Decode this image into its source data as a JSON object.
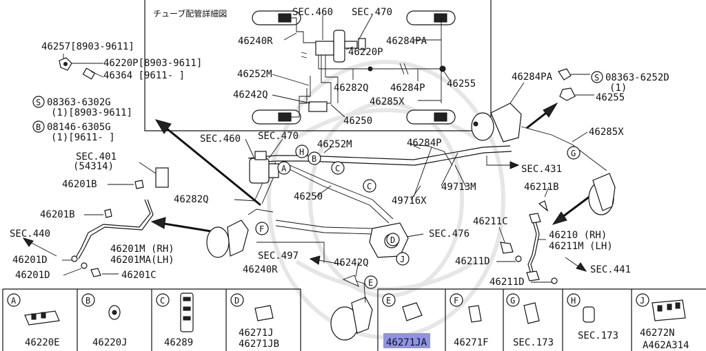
{
  "inset": {
    "title": "チューブ配管詳細図",
    "labels": {
      "sec460": "SEC.460",
      "sec470": "SEC.470",
      "p46240R": "46240R",
      "p46284PA": "46284PA",
      "p46220P": "46220P",
      "p46252M": "46252M",
      "p46282Q": "46282Q",
      "p46284P": "46284P",
      "p46255": "46255",
      "p46242Q": "46242Q",
      "p46285X": "46285X",
      "p46250": "46250"
    }
  },
  "callouts": {
    "tl_46257": "46257[8903-9611]",
    "tl_46220P": "46220P[8903-9611]",
    "tl_46364": "46364 [9611-     ]",
    "tl_s_mark": "S",
    "tl_08363": "08363-6302G",
    "tl_1a": "(1)[8903-9611]",
    "tl_b_mark": "B",
    "tl_08146": "08146-6305G",
    "tl_1b": "(1)[9611-     ]",
    "tr_s_mark": "S",
    "tr_08363": "08363-6252D",
    "tr_1": "(1)",
    "tr_46255": "46255",
    "tr_46284PA": "46284PA",
    "tr_46285X": "46285X",
    "sec431": "SEC.431",
    "p46211B_r": "46211B",
    "p46211C": "46211C",
    "p46211D_a": "46211D",
    "p46211D_b": "46211D",
    "p46210": "46210  (RH)",
    "p46211M": "46211M (LH)",
    "sec441": "SEC.441",
    "sec460": "SEC.460",
    "sec470": "SEC.470",
    "p46252M": "46252M",
    "p46284P": "46284P",
    "p49713M": "49713M",
    "p49716X": "49716X",
    "sec401": "SEC.401",
    "p54314": "(54314)",
    "p46201B_a": "46201B",
    "p46201B_b": "46201B",
    "p46282Q": "46282Q",
    "p46250": "46250",
    "sec440": "SEC.440",
    "p46201M": "46201M  (RH)",
    "p46201MA": "46201MA(LH)",
    "p46201D_a": "46201D",
    "p46201D_b": "46201D",
    "p46201C": "46201C",
    "p46240R": "46240R",
    "sec497": "SEC.497",
    "p46242Q": "46242Q",
    "sec476": "SEC.476",
    "m_H": "H",
    "m_B": "B",
    "m_C1": "C",
    "m_C2": "C",
    "m_A": "A",
    "m_F": "F",
    "m_D": "D",
    "m_J": "J",
    "m_E": "E",
    "m_G": "G"
  },
  "detail_boxes": [
    {
      "letter": "A",
      "caption": "46220E"
    },
    {
      "letter": "B",
      "caption": "46220J"
    },
    {
      "letter": "C",
      "caption": "46289"
    },
    {
      "letter": "D",
      "caption": "46271J",
      "caption2": "46271JB"
    },
    {
      "letter": "E",
      "caption": "46271JA"
    },
    {
      "letter": "F",
      "caption": "46271F"
    },
    {
      "letter": "G",
      "caption": "SEC.173"
    },
    {
      "letter": "H",
      "caption": "SEC.173"
    },
    {
      "letter": "J",
      "caption": "46272N"
    }
  ],
  "diagram_code": "A462A314",
  "colors": {
    "highlight": "#8f93e6",
    "line": "#111111"
  }
}
